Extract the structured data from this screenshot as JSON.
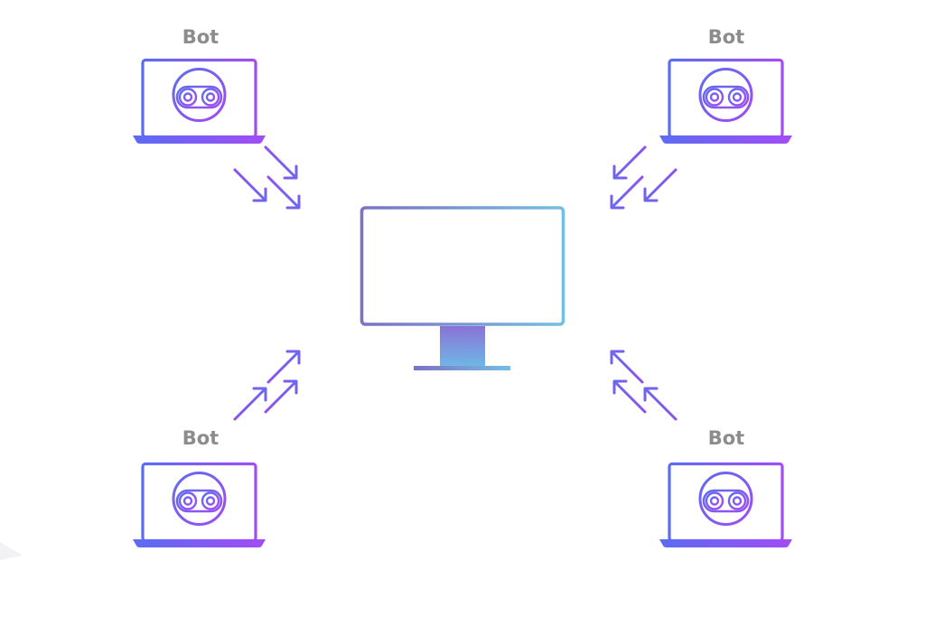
{
  "diagram": {
    "bots": [
      {
        "id": "top-left",
        "label": "Bot",
        "icon": "robot-face-icon"
      },
      {
        "id": "top-right",
        "label": "Bot",
        "icon": "robot-face-icon"
      },
      {
        "id": "bottom-left",
        "label": "Bot",
        "icon": "robot-face-icon"
      },
      {
        "id": "bottom-right",
        "label": "Bot",
        "icon": "robot-face-icon"
      }
    ],
    "target": {
      "icon": "desktop-monitor-icon"
    },
    "colors": {
      "purple": "#a24cf4",
      "blue": "#5b6cf2",
      "arrow": "#7b5cf0",
      "monitor_frame": "#6f86c8",
      "monitor_stand_top": "#8a72d6",
      "monitor_stand_bottom": "#6fb8e6",
      "label": "#8c8c8c"
    }
  }
}
